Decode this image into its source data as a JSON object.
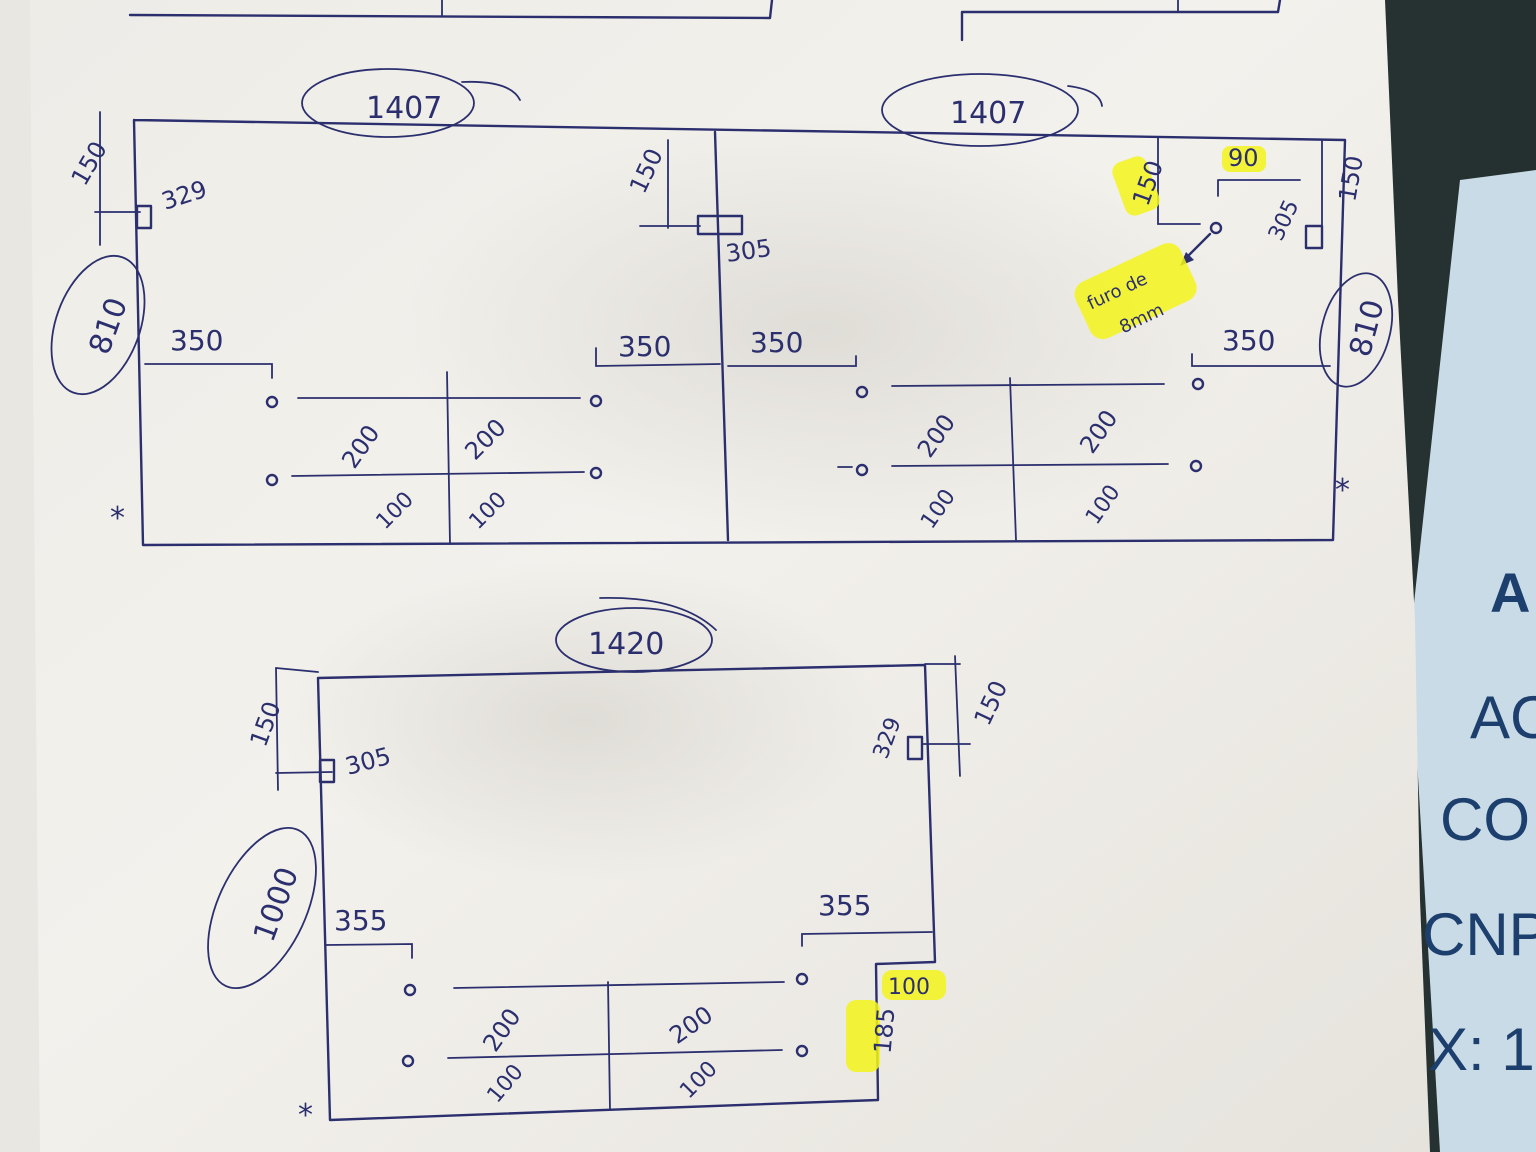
{
  "top_left_panel": {
    "width_label": "1407",
    "height_label": "810",
    "top_offset": "150",
    "slot_left": "329",
    "slot_mid": "305",
    "mid_offset": "150",
    "margin_left": "350",
    "margin_right": "350",
    "spacing_a": "200",
    "spacing_b": "200",
    "bottom_a": "100",
    "bottom_b": "100",
    "star": "*"
  },
  "top_right_panel": {
    "width_label": "1407",
    "height_label": "810",
    "top_offset_left": "150",
    "top_offset_right": "150",
    "hole_offset": "90",
    "slot_right": "305",
    "hole_note_line1": "furo de",
    "hole_note_line2": "8mm",
    "margin_left": "350",
    "margin_right": "350",
    "spacing_a": "200",
    "spacing_b": "200",
    "bottom_a": "100",
    "bottom_b": "100",
    "star": "*"
  },
  "bottom_panel": {
    "width_label": "1420",
    "height_label": "1000",
    "top_offset_left": "150",
    "top_offset_right": "150",
    "slot_left": "305",
    "slot_right": "329",
    "margin_left": "355",
    "margin_right": "355",
    "notch_width": "100",
    "notch_height": "185",
    "spacing_a": "200",
    "spacing_b": "200",
    "bottom_a": "100",
    "bottom_b": "100",
    "star": "*"
  },
  "background_text": {
    "line1": "A",
    "line2": "AC",
    "line3": "CO",
    "line4": "CNP",
    "line5": "X: 1"
  },
  "colors": {
    "ink": "#2b2f6e",
    "highlight": "#f3f51b",
    "paper": "#f1efea"
  }
}
